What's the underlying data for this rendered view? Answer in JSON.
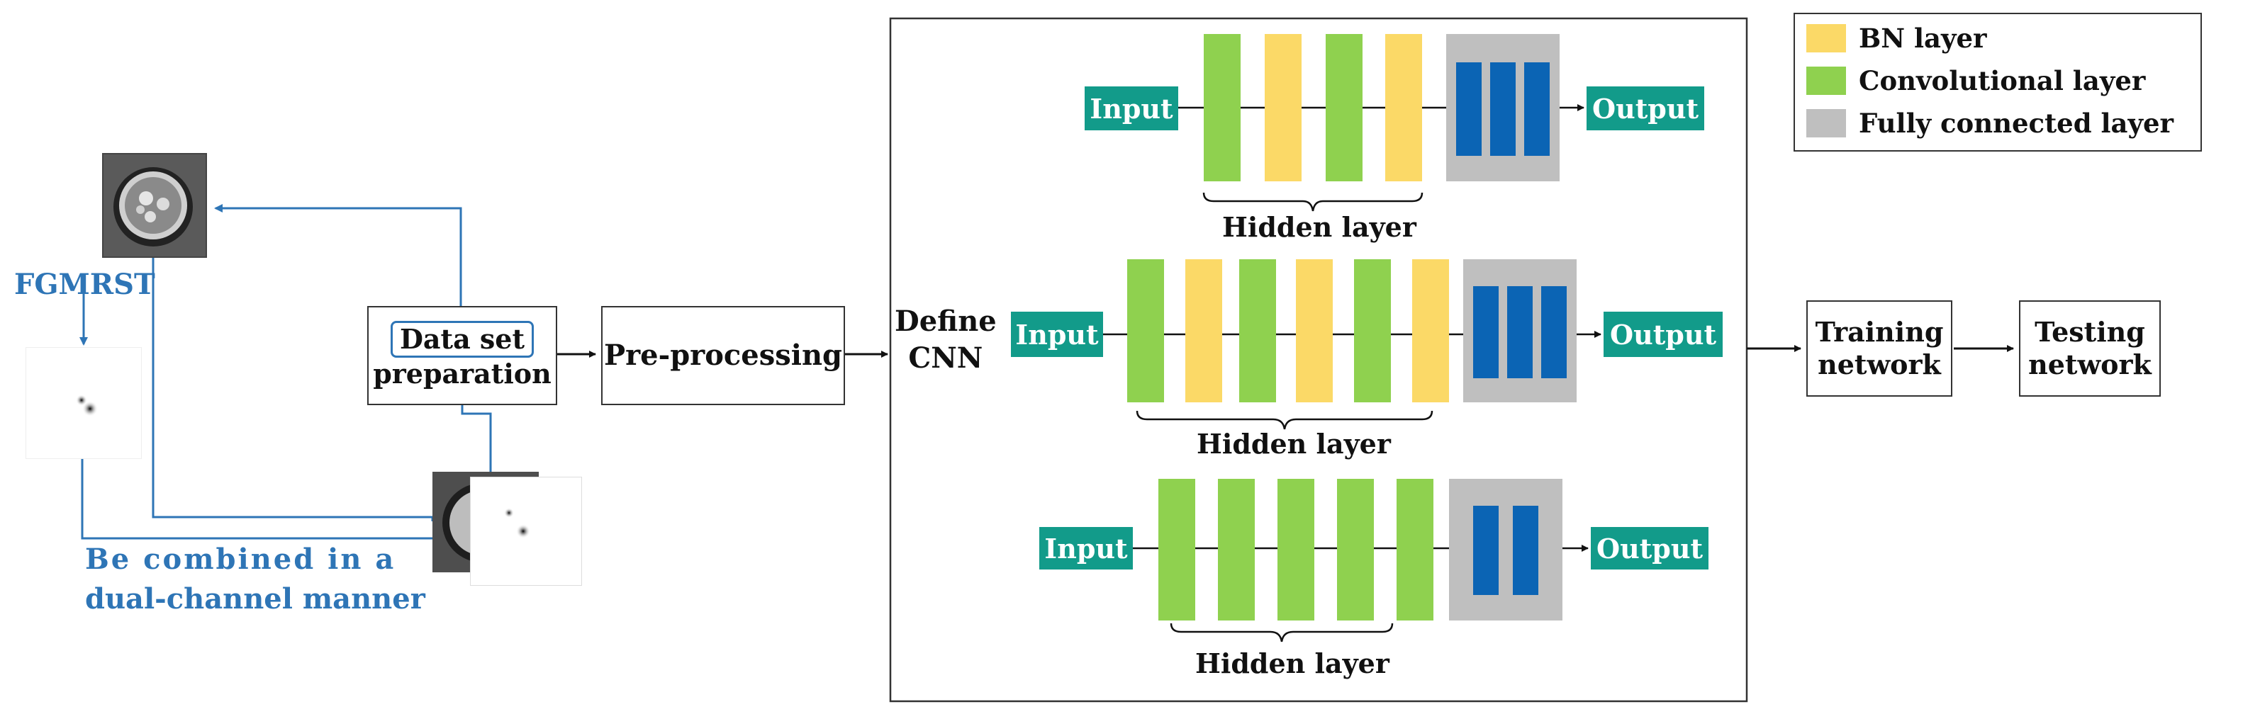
{
  "legend": {
    "items": [
      {
        "label": "BN layer",
        "color": "#fbd967"
      },
      {
        "label": "Convolutional layer",
        "color": "#8fd14f"
      },
      {
        "label": "Fully connected layer",
        "color": "#bfbfbf"
      }
    ]
  },
  "pipeline": {
    "data_set_line1": "Data set",
    "data_set_line2": "preparation",
    "preprocessing": "Pre-processing",
    "define_cnn_line1": "Define",
    "define_cnn_line2": "CNN",
    "training_line1": "Training",
    "training_line2": "network",
    "testing_line1": "Testing",
    "testing_line2": "network"
  },
  "left": {
    "transform_label": "FGMRST",
    "combine_line1": "Be combined in a",
    "combine_line2": "dual-channel manner"
  },
  "networks": [
    {
      "input": "Input",
      "output": "Output",
      "hidden": "Hidden layer"
    },
    {
      "input": "Input",
      "output": "Output",
      "hidden": "Hidden layer"
    },
    {
      "input": "Input",
      "output": "Output",
      "hidden": "Hidden layer"
    }
  ],
  "colors": {
    "io": "#129b8a",
    "conv": "#8fd14f",
    "bn": "#fbd967",
    "fc": "#bfbfbf",
    "fc_block": "#0b64b4",
    "arrow_blue": "#2e75b6"
  }
}
